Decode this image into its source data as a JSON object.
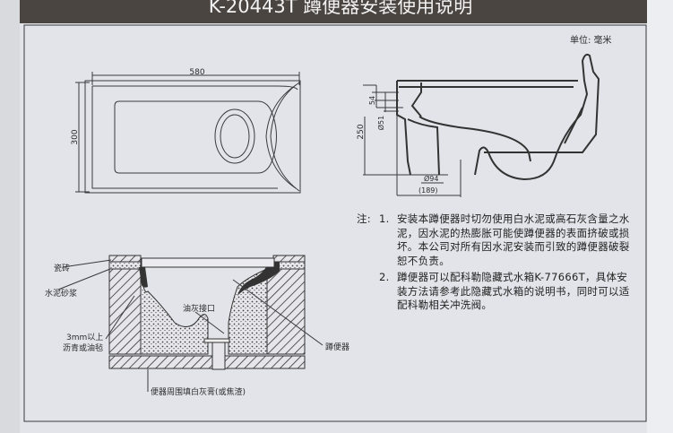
{
  "title": "K-20443T 蹲便器安装使用说明",
  "unit_label": "单位: 毫米",
  "top_view": {
    "width_label": "580",
    "height_label": "300"
  },
  "side_view": {
    "dim_54": "54",
    "dim_51": "Ø51",
    "dim_250": "250",
    "dim_94": "Ø94",
    "dim_189": "(189)"
  },
  "notes": {
    "prefix": "注:",
    "items": [
      {
        "num": "1.",
        "lines": [
          "安装本蹲便器时切勿使用白水泥或高石灰含量之水",
          "泥，因水泥的热膨胀可能使蹲便器的表面挤破或损",
          "坏。本公司对所有因水泥安装而引致的蹲便器破裂",
          "恕不负责。"
        ]
      },
      {
        "num": "2.",
        "lines": [
          "蹲便器可以配科勒隐藏式水箱K-77666T，具体安",
          "装方法请参考此隐藏式水箱的说明书，同时可以适",
          "配科勒相关冲洗阀。"
        ]
      }
    ]
  },
  "section_view": {
    "tile": "瓷砖",
    "mortar": "水泥砂浆",
    "asphalt_1": "3mm以上",
    "asphalt_2": "沥青或油毡",
    "putty_joint": "油灰接口",
    "squat_toilet": "蹲便器",
    "fill": "便器周围填白灰膏(或焦渣)"
  }
}
